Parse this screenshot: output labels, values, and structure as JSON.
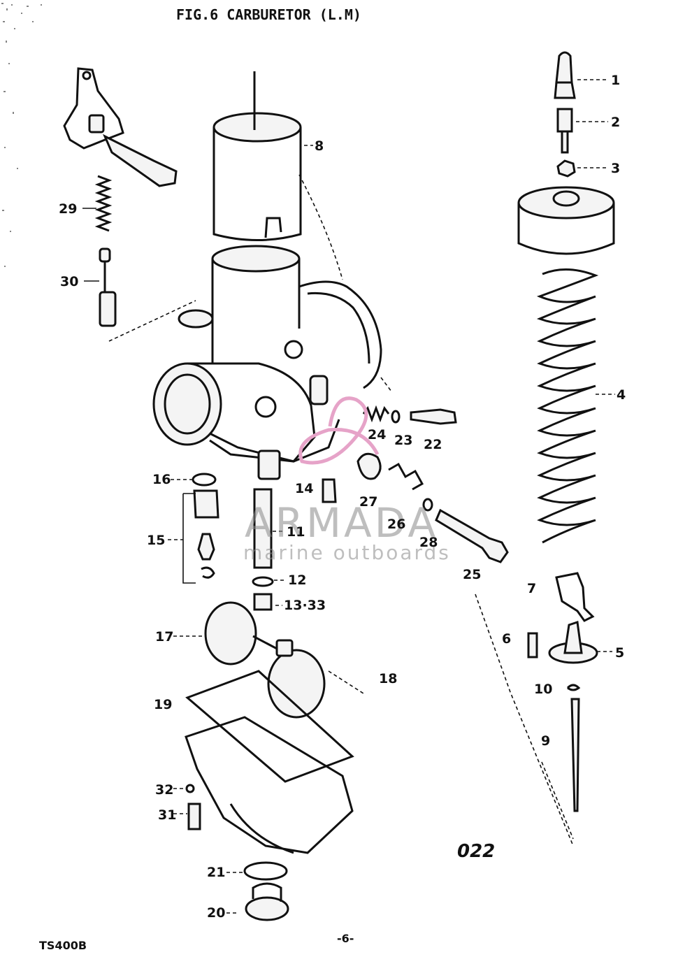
{
  "title": "FIG.6  CARBURETOR (L.M)",
  "footer": {
    "model": "TS400B",
    "page": "-6-"
  },
  "code": "022",
  "watermark": {
    "name": "ARMADA",
    "tagline": "marine outboards",
    "pink": "#e6a3c8",
    "gray": "#8a8a8a"
  },
  "callouts": [
    {
      "id": "c1",
      "text": "1"
    },
    {
      "id": "c2",
      "text": "2"
    },
    {
      "id": "c3",
      "text": "3"
    },
    {
      "id": "c4",
      "text": "4"
    },
    {
      "id": "c5",
      "text": "5"
    },
    {
      "id": "c6",
      "text": "6"
    },
    {
      "id": "c7",
      "text": "7"
    },
    {
      "id": "c8",
      "text": "8"
    },
    {
      "id": "c9",
      "text": "9"
    },
    {
      "id": "c10",
      "text": "10"
    },
    {
      "id": "c11",
      "text": "11"
    },
    {
      "id": "c12",
      "text": "12"
    },
    {
      "id": "c13",
      "text": "13·33"
    },
    {
      "id": "c14",
      "text": "14"
    },
    {
      "id": "c15",
      "text": "15"
    },
    {
      "id": "c16",
      "text": "16"
    },
    {
      "id": "c17",
      "text": "17"
    },
    {
      "id": "c18",
      "text": "18"
    },
    {
      "id": "c19",
      "text": "19"
    },
    {
      "id": "c20",
      "text": "20"
    },
    {
      "id": "c21",
      "text": "21"
    },
    {
      "id": "c22",
      "text": "22"
    },
    {
      "id": "c23",
      "text": "23"
    },
    {
      "id": "c24",
      "text": "24"
    },
    {
      "id": "c25",
      "text": "25"
    },
    {
      "id": "c26",
      "text": "26"
    },
    {
      "id": "c27",
      "text": "27"
    },
    {
      "id": "c28",
      "text": "28"
    },
    {
      "id": "c29",
      "text": "29"
    },
    {
      "id": "c30",
      "text": "30"
    },
    {
      "id": "c31",
      "text": "31"
    },
    {
      "id": "c32",
      "text": "32"
    }
  ]
}
